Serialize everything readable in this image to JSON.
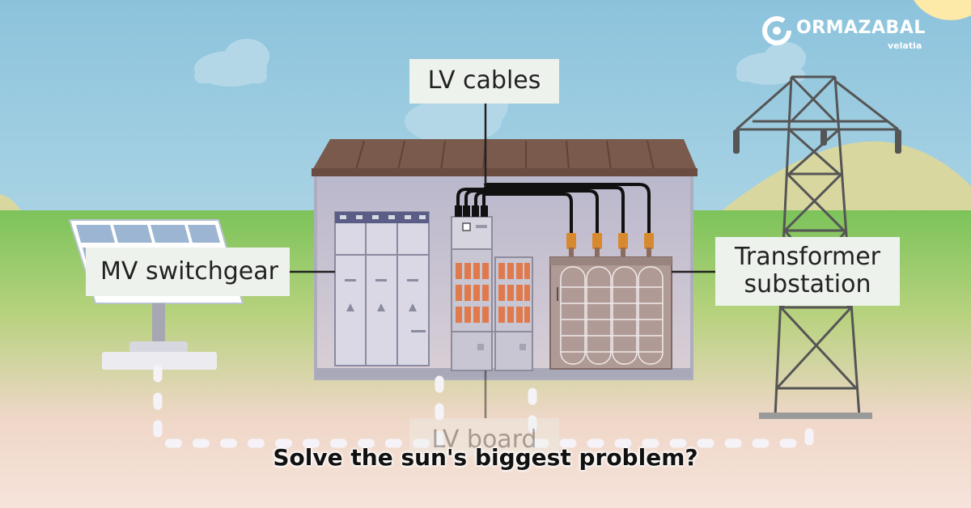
{
  "brand": {
    "name": "ORMAZABAL",
    "sub": "velatia",
    "logo_icon": "ormazabal-ring-logo"
  },
  "labels": {
    "lv_cables": "LV cables",
    "mv_switchgear": "MV switchgear",
    "transformer_line1": "Transformer",
    "transformer_line2": "substation",
    "lv_board": "LV board"
  },
  "caption": "Solve the sun's biggest problem?",
  "colors": {
    "sky_top": "#8cc3dc",
    "grass": "#7cc35a",
    "roof": "#7a5a4c",
    "building": "#c9c7d6",
    "fuse_orange": "#e07a4c",
    "connector_orange": "#d8892e",
    "tower": "#555555"
  }
}
